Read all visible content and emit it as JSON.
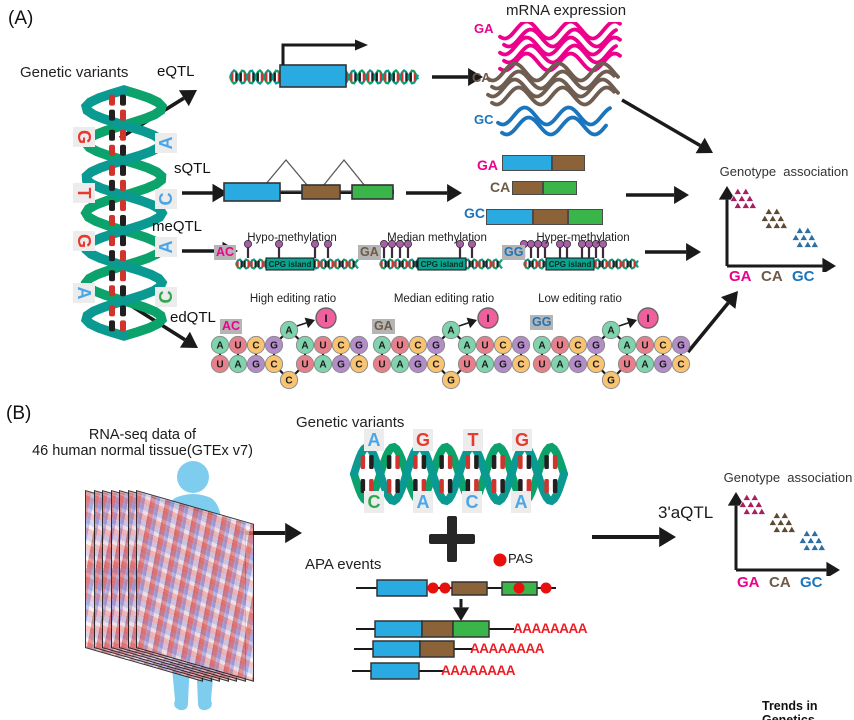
{
  "footer": "Trends in Genetics",
  "colors": {
    "pink": "#ec008c",
    "brown_text": "#6d5a47",
    "blue_text": "#1b75bc",
    "exon_blue": "#29abe2",
    "exon_brown": "#8c6239",
    "exon_green": "#39b54a",
    "wave_pink": "#ec008c",
    "wave_brown": "#6e5d50",
    "wave_blue": "#1b75bc",
    "tri_pink": "#a81e5f",
    "tri_brown": "#5c4a32",
    "tri_blue": "#2d6fa3",
    "strand1": "#0ba36b",
    "strand2": "#0b9a92",
    "mark_red": "#d0342c",
    "mark_black": "#231f20",
    "letter_red": "#e8392e",
    "letter_blue": "#4ba6e8",
    "letter_green": "#2fa84f",
    "rna_A": "#7fd4ae",
    "rna_U": "#e8808c",
    "rna_C": "#f8c471",
    "rna_G": "#b38cc9",
    "rna_I": "#f0609e",
    "lollipop": "#a55fa5",
    "island": "#0aa390",
    "pas_red": "#e8100c",
    "human": "#7fcdee",
    "polya_red": "#ed1c24"
  },
  "panel_a": {
    "label": "(A)",
    "genetic_variants_title": "Genetic variants",
    "helix": {
      "left_letters": [
        {
          "t": "G",
          "c": "red"
        },
        {
          "t": "T",
          "c": "red"
        },
        {
          "t": "G",
          "c": "red"
        },
        {
          "t": "A",
          "c": "blue"
        }
      ],
      "right_letters": [
        {
          "t": "A",
          "c": "blue"
        },
        {
          "t": "C",
          "c": "blue"
        },
        {
          "t": "A",
          "c": "blue"
        },
        {
          "t": "C",
          "c": "green"
        }
      ]
    },
    "qtl_labels": {
      "eqtl": "eQTL",
      "sqtl": "sQTL",
      "meqtl": "meQTL",
      "edqtl": "edQTL"
    },
    "mrna": {
      "title": "mRNA expression",
      "groups": [
        {
          "genotype": "GA",
          "color_key": "wave_pink",
          "waves": 5
        },
        {
          "genotype": "CA",
          "color_key": "wave_brown",
          "waves": 4
        },
        {
          "genotype": "GC",
          "color_key": "wave_blue",
          "waves": 2
        }
      ]
    },
    "sqtl_isoforms": [
      {
        "genotype": "GA",
        "color_key": "pink",
        "exons": [
          "exon_blue",
          "exon_brown"
        ]
      },
      {
        "genotype": "CA",
        "color_key": "brown_text",
        "exons": [
          "exon_brown",
          "exon_green"
        ]
      },
      {
        "genotype": "GC",
        "color_key": "blue_text",
        "exons": [
          "exon_blue",
          "exon_brown",
          "exon_green"
        ]
      }
    ],
    "meqtl": {
      "island_label": "CPG island",
      "items": [
        {
          "genotype": "AC",
          "color_key": "pink",
          "title": "Hypo-methylation",
          "lollipops": [
            42,
            73,
            109,
            122
          ]
        },
        {
          "genotype": "GA",
          "color_key": "brown_text",
          "title": "Median methylation",
          "lollipops": [
            34,
            42,
            50,
            58,
            110,
            122
          ]
        },
        {
          "genotype": "GG",
          "color_key": "blue_text",
          "title": "Hyper-methylation",
          "lollipops": [
            30,
            37,
            44,
            51,
            66,
            73,
            88,
            95,
            102,
            109
          ]
        }
      ]
    },
    "edqtl": {
      "stem_top": [
        "A",
        "U",
        "C",
        "G"
      ],
      "stem_bottom": [
        "U",
        "A",
        "G",
        "C"
      ],
      "bulge_top": "A",
      "edited_base": "I",
      "items": [
        {
          "genotype": "AC",
          "color_key": "pink",
          "title": "High editing ratio",
          "bulge_bottom": "C"
        },
        {
          "genotype": "GA",
          "color_key": "brown_text",
          "title": "Median editing ratio",
          "bulge_bottom": "G"
        },
        {
          "genotype": "GG",
          "color_key": "blue_text",
          "title": "Low editing ratio",
          "bulge_bottom": "G"
        }
      ]
    },
    "association": {
      "title": "Genotype  association",
      "groups": [
        {
          "label": "GA",
          "label_color_key": "pink",
          "tri_color_key": "tri_pink"
        },
        {
          "label": "CA",
          "label_color_key": "brown_text",
          "tri_color_key": "tri_brown"
        },
        {
          "label": "GC",
          "label_color_key": "blue_text",
          "tri_color_key": "tri_blue"
        }
      ]
    }
  },
  "panel_b": {
    "label": "(B)",
    "rnaseq_title": [
      "RNA-seq data of",
      "46 human normal tissue(GTEx v7)"
    ],
    "genetic_variants_title": "Genetic variants",
    "helix_top": [
      {
        "t": "A",
        "c": "blue"
      },
      {
        "t": "G",
        "c": "red"
      },
      {
        "t": "T",
        "c": "red"
      },
      {
        "t": "G",
        "c": "red"
      }
    ],
    "helix_bottom": [
      {
        "t": "C",
        "c": "green"
      },
      {
        "t": "A",
        "c": "blue"
      },
      {
        "t": "C",
        "c": "blue"
      },
      {
        "t": "A",
        "c": "blue"
      }
    ],
    "plus_sign": "+",
    "apa_title": "APA events",
    "pas_label": "PAS",
    "polya": "AAAAAAAA",
    "qtl_label": "3'aQTL",
    "association": {
      "title": "Genotype  association",
      "groups": [
        {
          "label": "GA",
          "label_color_key": "pink",
          "tri_color_key": "tri_pink"
        },
        {
          "label": "CA",
          "label_color_key": "brown_text",
          "tri_color_key": "tri_brown"
        },
        {
          "label": "GC",
          "label_color_key": "blue_text",
          "tri_color_key": "tri_blue"
        }
      ]
    }
  }
}
